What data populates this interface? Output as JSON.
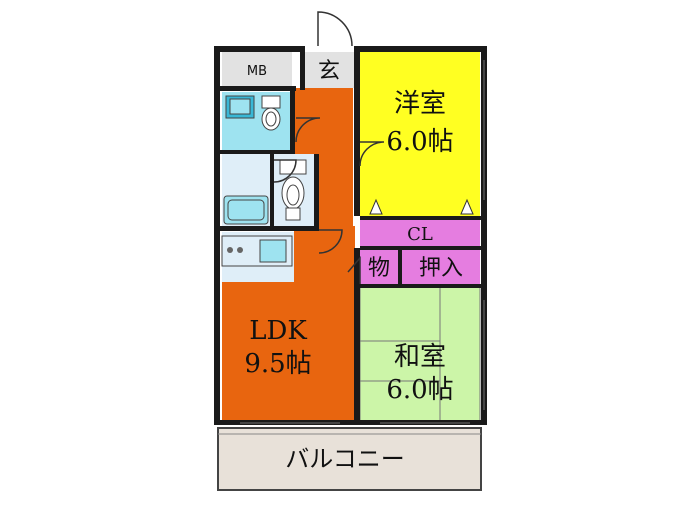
{
  "rooms": {
    "western": {
      "name": "洋室",
      "size": "6.0帖",
      "color": "#ffff22"
    },
    "ldk": {
      "name": "LDK",
      "size": "9.5帖",
      "color": "#e8650f"
    },
    "japanese": {
      "name": "和室",
      "size": "6.0帖",
      "color": "#ccf5a8"
    },
    "closet": {
      "name": "CL",
      "color": "#e57de0"
    },
    "storage": {
      "name": "物",
      "color": "#e57de0"
    },
    "oshiire": {
      "name": "押入",
      "color": "#e57de0"
    },
    "entrance": {
      "name": "玄"
    },
    "meter_box": {
      "name": "MB"
    },
    "balcony": {
      "name": "バルコニー",
      "color": "#e8e1d9"
    }
  },
  "colors": {
    "wall": "#1a1a1a",
    "water": "#9ee3f0",
    "water_dark": "#38b8d6",
    "floor_light": "#dfeef8",
    "entrance_floor": "#e2e2e2"
  }
}
